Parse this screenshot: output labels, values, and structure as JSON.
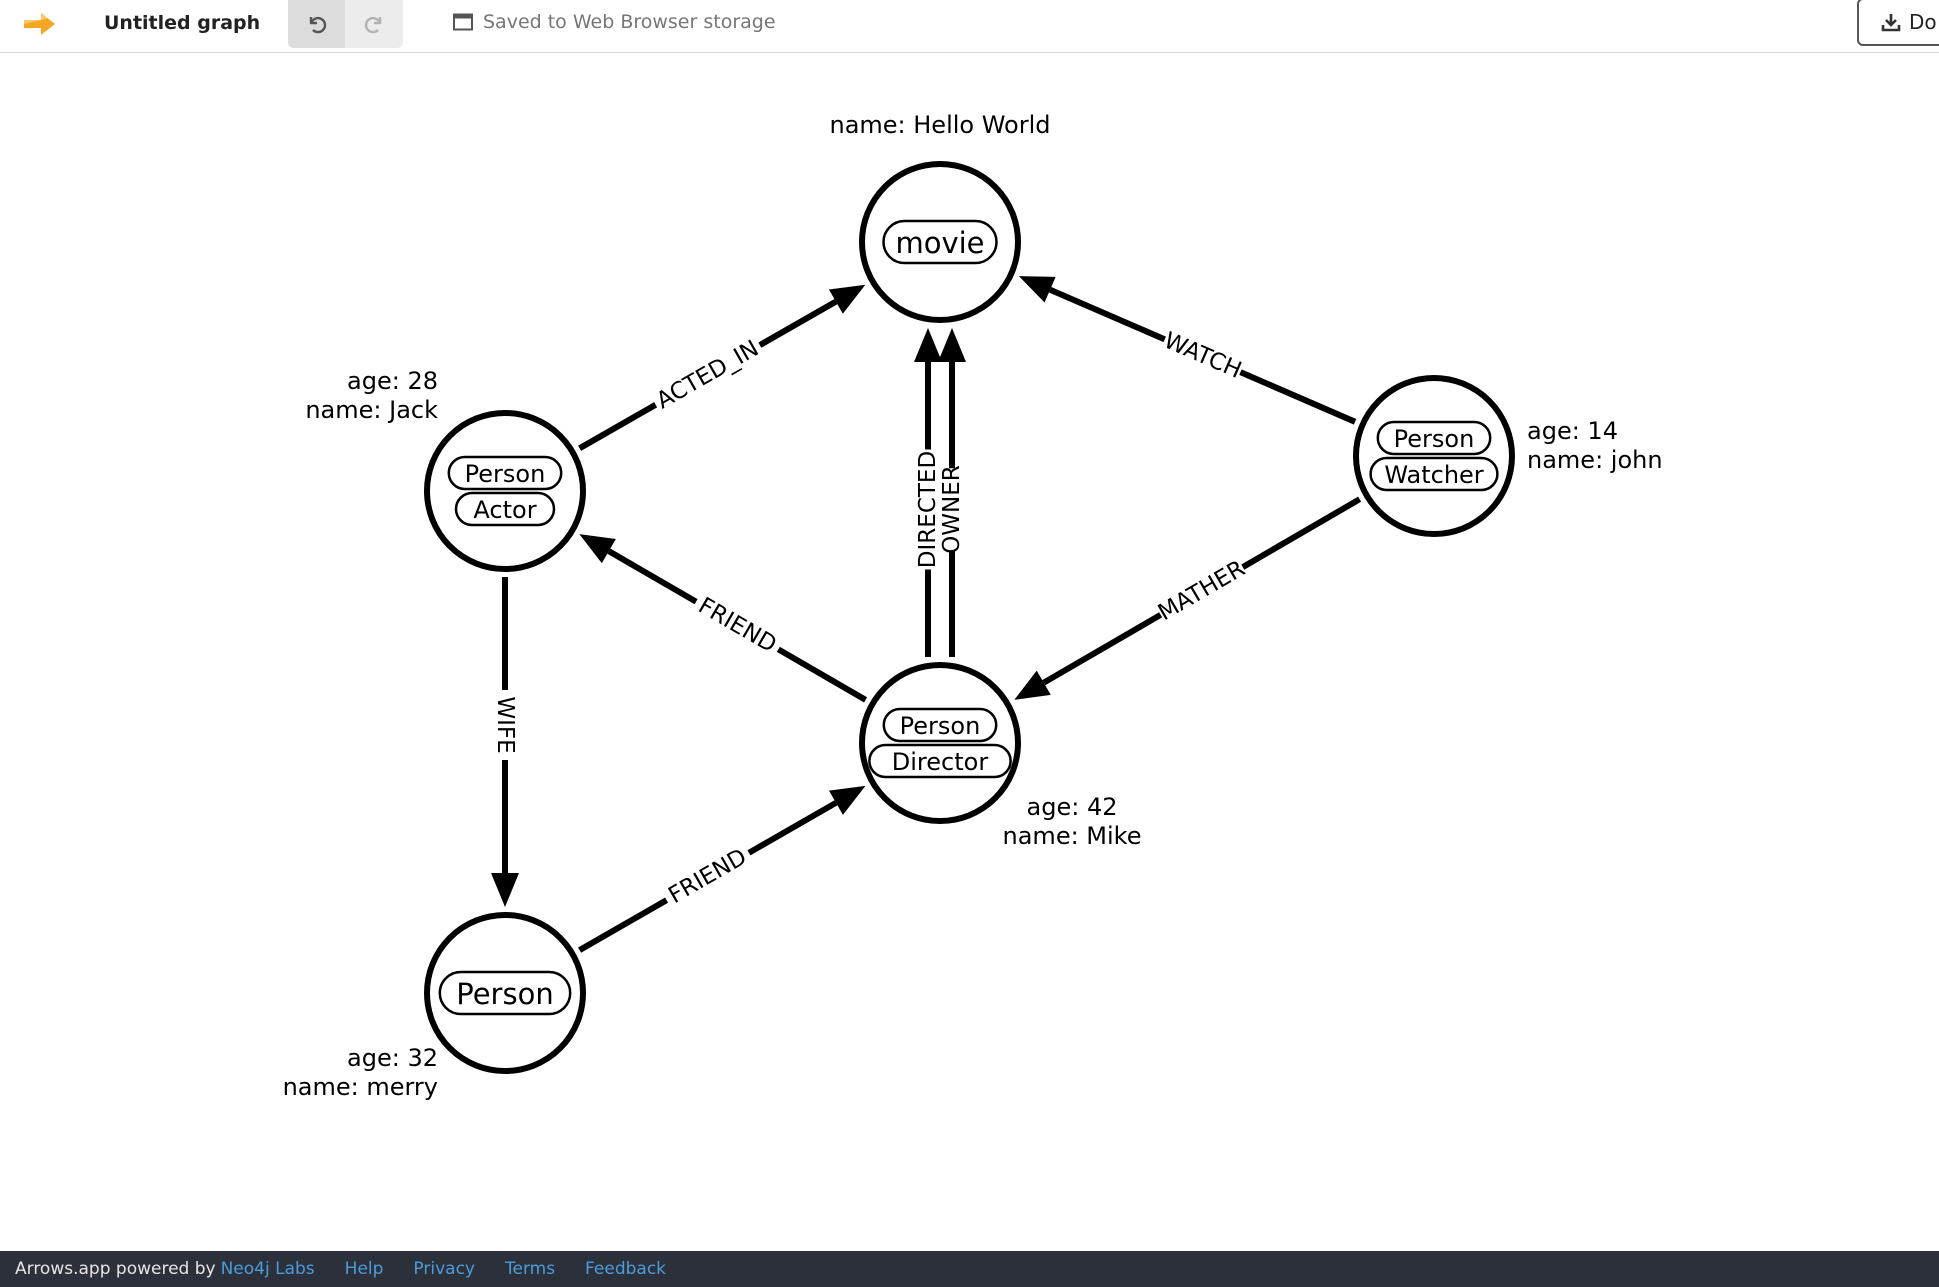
{
  "toolbar": {
    "title": "Untitled graph",
    "save_status": "Saved to Web Browser storage",
    "download_label": "Do"
  },
  "footer": {
    "powered_text": "Arrows.app powered by",
    "neo4j_link": "Neo4j Labs",
    "links": [
      "Help",
      "Privacy",
      "Terms",
      "Feedback"
    ]
  },
  "graph": {
    "nodes": [
      {
        "id": "movie",
        "labels": [
          "movie"
        ],
        "props": [
          "name: Hello World"
        ]
      },
      {
        "id": "jack",
        "labels": [
          "Person",
          "Actor"
        ],
        "props": [
          "age: 28",
          "name: Jack"
        ]
      },
      {
        "id": "john",
        "labels": [
          "Person",
          "Watcher"
        ],
        "props": [
          "age: 14",
          "name: john"
        ]
      },
      {
        "id": "mike",
        "labels": [
          "Person",
          "Director"
        ],
        "props": [
          "age: 42",
          "name: Mike"
        ]
      },
      {
        "id": "merry",
        "labels": [
          "Person"
        ],
        "props": [
          "age: 32",
          "name: merry"
        ]
      }
    ],
    "relationships": [
      {
        "type": "ACTED_IN",
        "from": "jack",
        "to": "movie"
      },
      {
        "type": "WATCH",
        "from": "john",
        "to": "movie"
      },
      {
        "type": "DIRECTED",
        "from": "mike",
        "to": "movie"
      },
      {
        "type": "OWNER",
        "from": "mike",
        "to": "movie"
      },
      {
        "type": "FRIEND",
        "from": "mike",
        "to": "jack"
      },
      {
        "type": "MATHER",
        "from": "john",
        "to": "mike"
      },
      {
        "type": "WIFE",
        "from": "jack",
        "to": "merry"
      },
      {
        "type": "FRIEND",
        "from": "merry",
        "to": "mike"
      }
    ]
  }
}
